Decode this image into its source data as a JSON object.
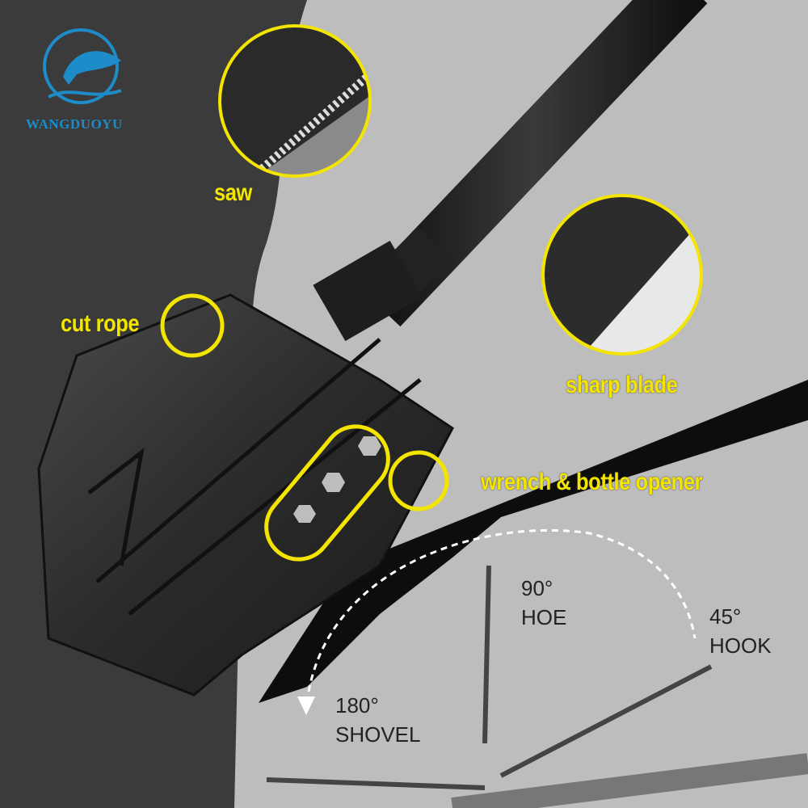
{
  "brand": {
    "logo_text": "WANGDUOYU",
    "color": "#1e8cc8"
  },
  "accent_color": "#f3e500",
  "callouts": {
    "saw": "saw",
    "cut_rope": "cut rope",
    "sharp_blade": "sharp blade",
    "wrench": "wrench & bottle opener"
  },
  "angles": [
    {
      "degree": "90°",
      "mode": "HOE"
    },
    {
      "degree": "45°",
      "mode": "HOOK"
    },
    {
      "degree": "180°",
      "mode": "SHOVEL"
    }
  ]
}
